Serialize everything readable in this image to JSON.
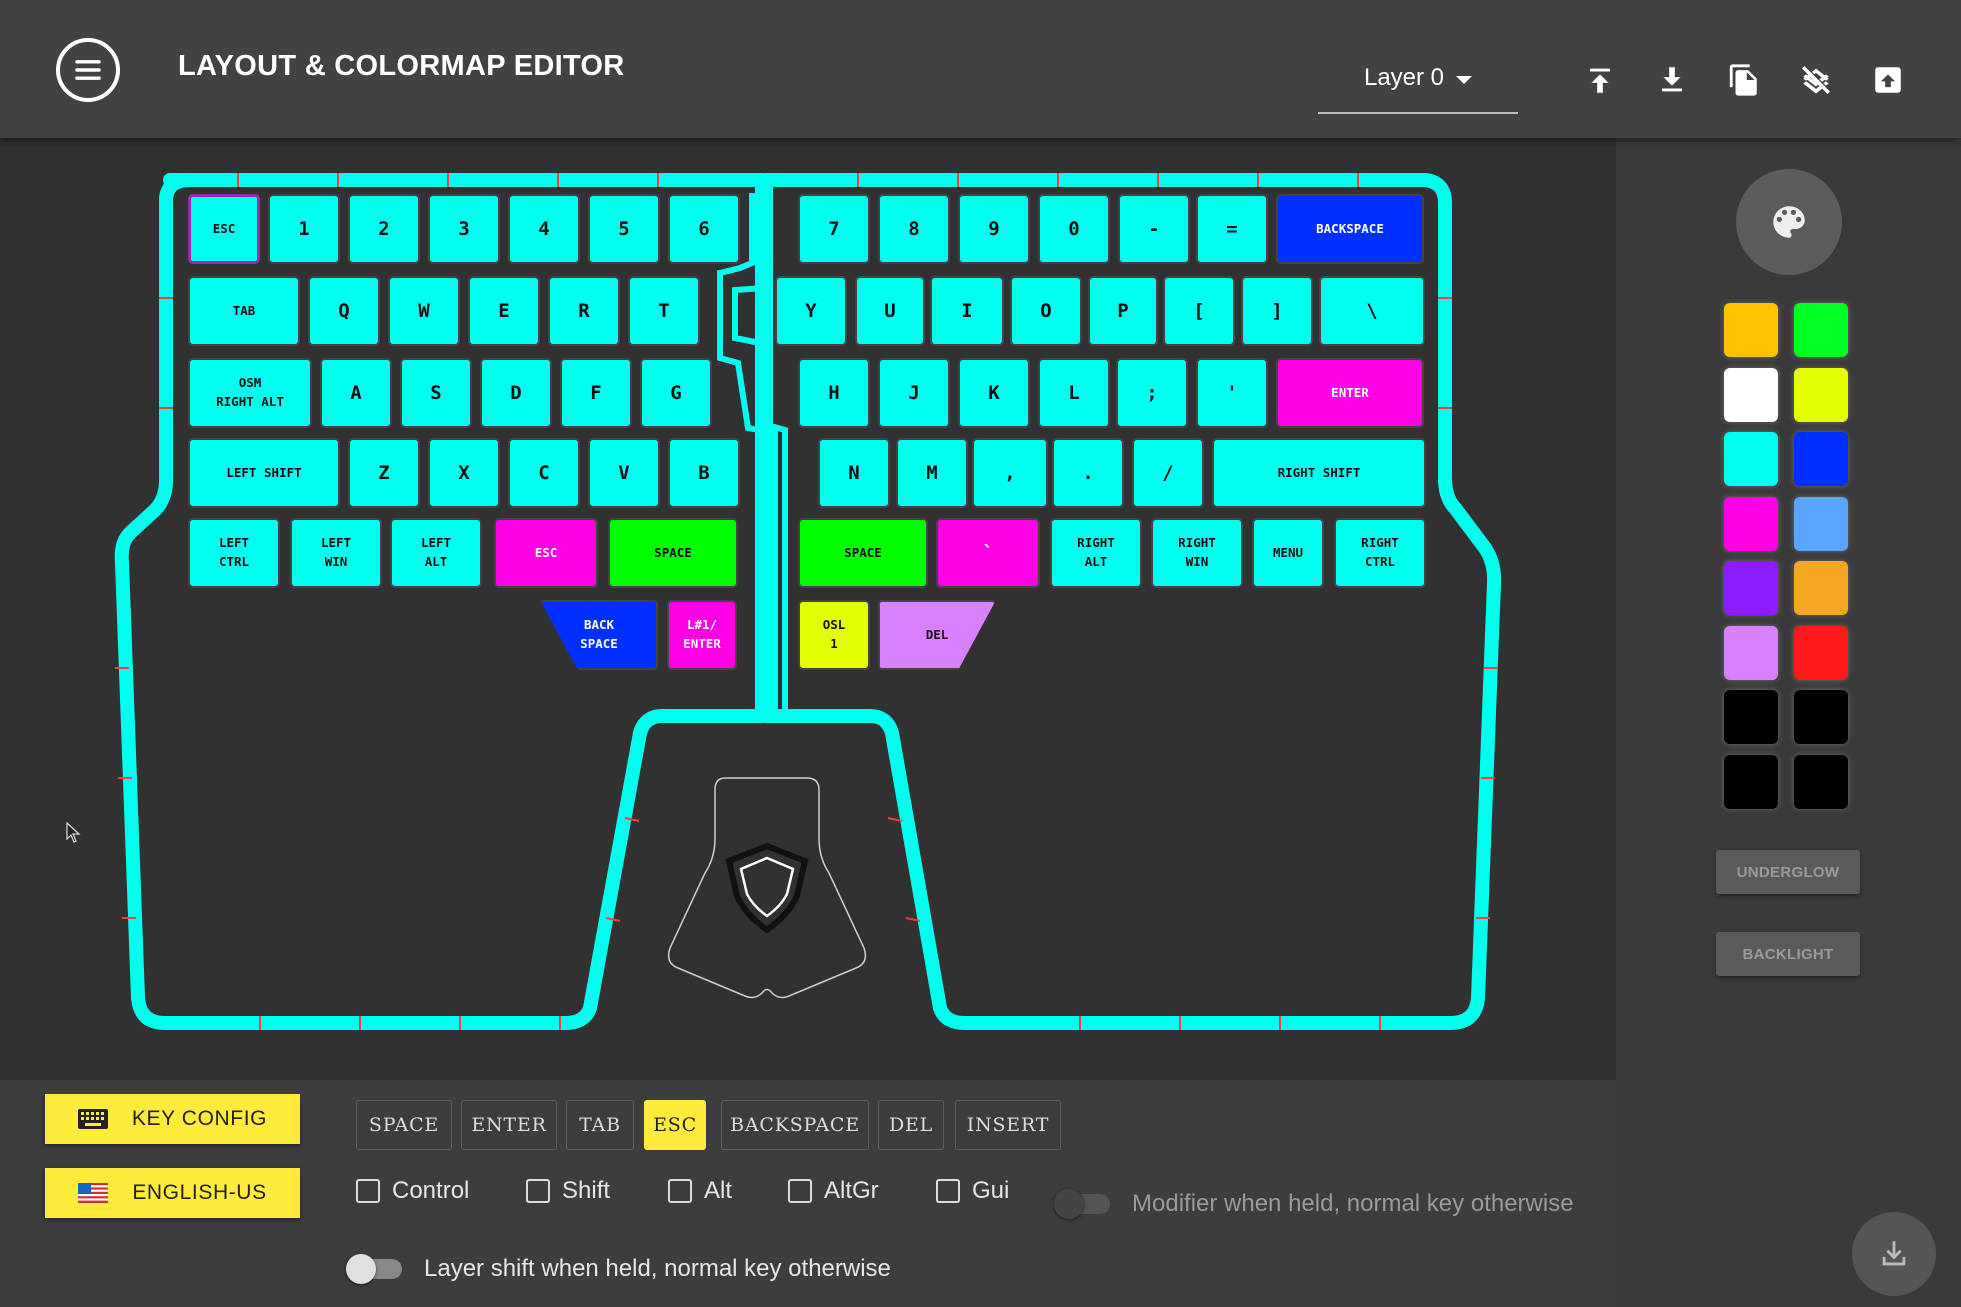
{
  "header": {
    "title": "LAYOUT & COLORMAP EDITOR",
    "layer_select": "Layer 0",
    "toolbar_icons": [
      "upload-icon",
      "download-icon",
      "copy-icon",
      "clear-layer-icon",
      "save-to-device-icon"
    ]
  },
  "colors": {
    "accent": "#ffeb3b",
    "default_key": "#00ffee",
    "header_bg": "#424242",
    "page_bg": "#313131"
  },
  "keyboard": {
    "left": {
      "row1": [
        "ESC",
        "1",
        "2",
        "3",
        "4",
        "5",
        "6"
      ],
      "row2": [
        "TAB",
        "Q",
        "W",
        "E",
        "R",
        "T"
      ],
      "row3": [
        "OSM\nRIGHT ALT",
        "A",
        "S",
        "D",
        "F",
        "G"
      ],
      "row4": [
        "LEFT SHIFT",
        "Z",
        "X",
        "C",
        "V",
        "B"
      ],
      "row5": [
        "LEFT\nCTRL",
        "LEFT\nWIN",
        "LEFT\nALT",
        "ESC",
        "SPACE"
      ],
      "thumb": [
        "BACK\nSPACE",
        "L#1/\nENTER"
      ]
    },
    "right": {
      "row1": [
        "7",
        "8",
        "9",
        "0",
        "-",
        "=",
        "BACKSPACE"
      ],
      "row2": [
        "Y",
        "U",
        "I",
        "O",
        "P",
        "[",
        "]",
        "\\"
      ],
      "row3": [
        "H",
        "J",
        "K",
        "L",
        ";",
        "'",
        "ENTER"
      ],
      "row4": [
        "N",
        "M",
        ",",
        ".",
        "/",
        "RIGHT SHIFT"
      ],
      "row5": [
        "SPACE",
        "`",
        "RIGHT\nALT",
        "RIGHT\nWIN",
        "MENU",
        "RIGHT\nCTRL"
      ],
      "thumb": [
        "OSL\n1",
        "DEL"
      ]
    },
    "key_colors": {
      "left_esc2": "#ff00e6",
      "left_space": "#00ff00",
      "left_backspace": "#0030ff",
      "left_l1enter": "#ff00e6",
      "right_backspace": "#0030ff",
      "right_enter": "#ff00e6",
      "right_space": "#00ff00",
      "right_grave": "#ff00e6",
      "right_osl": "#e5ff00",
      "right_del": "#d980ff"
    },
    "selected_key": "ESC"
  },
  "color_panel": {
    "swatches": [
      "#ffc400",
      "#00ff22",
      "#ffffff",
      "#e5ff00",
      "#00ffee",
      "#0030ff",
      "#ff00e6",
      "#5aa5ff",
      "#8c1cff",
      "#f5a623",
      "#d980ff",
      "#ff1a1a",
      "#000000",
      "#000000",
      "#000000",
      "#000000"
    ],
    "underglow_label": "UNDERGLOW",
    "backlight_label": "BACKLIGHT"
  },
  "bottom": {
    "key_config_label": "KEY CONFIG",
    "language_label": "ENGLISH-US",
    "keys": [
      "SPACE",
      "ENTER",
      "TAB",
      "ESC",
      "BACKSPACE",
      "DEL",
      "INSERT"
    ],
    "active_key": "ESC",
    "modifiers": [
      "Control",
      "Shift",
      "Alt",
      "AltGr",
      "Gui"
    ],
    "modifier_toggle_label": "Modifier when held, normal key otherwise",
    "layer_toggle_label": "Layer shift when held, normal key otherwise"
  }
}
